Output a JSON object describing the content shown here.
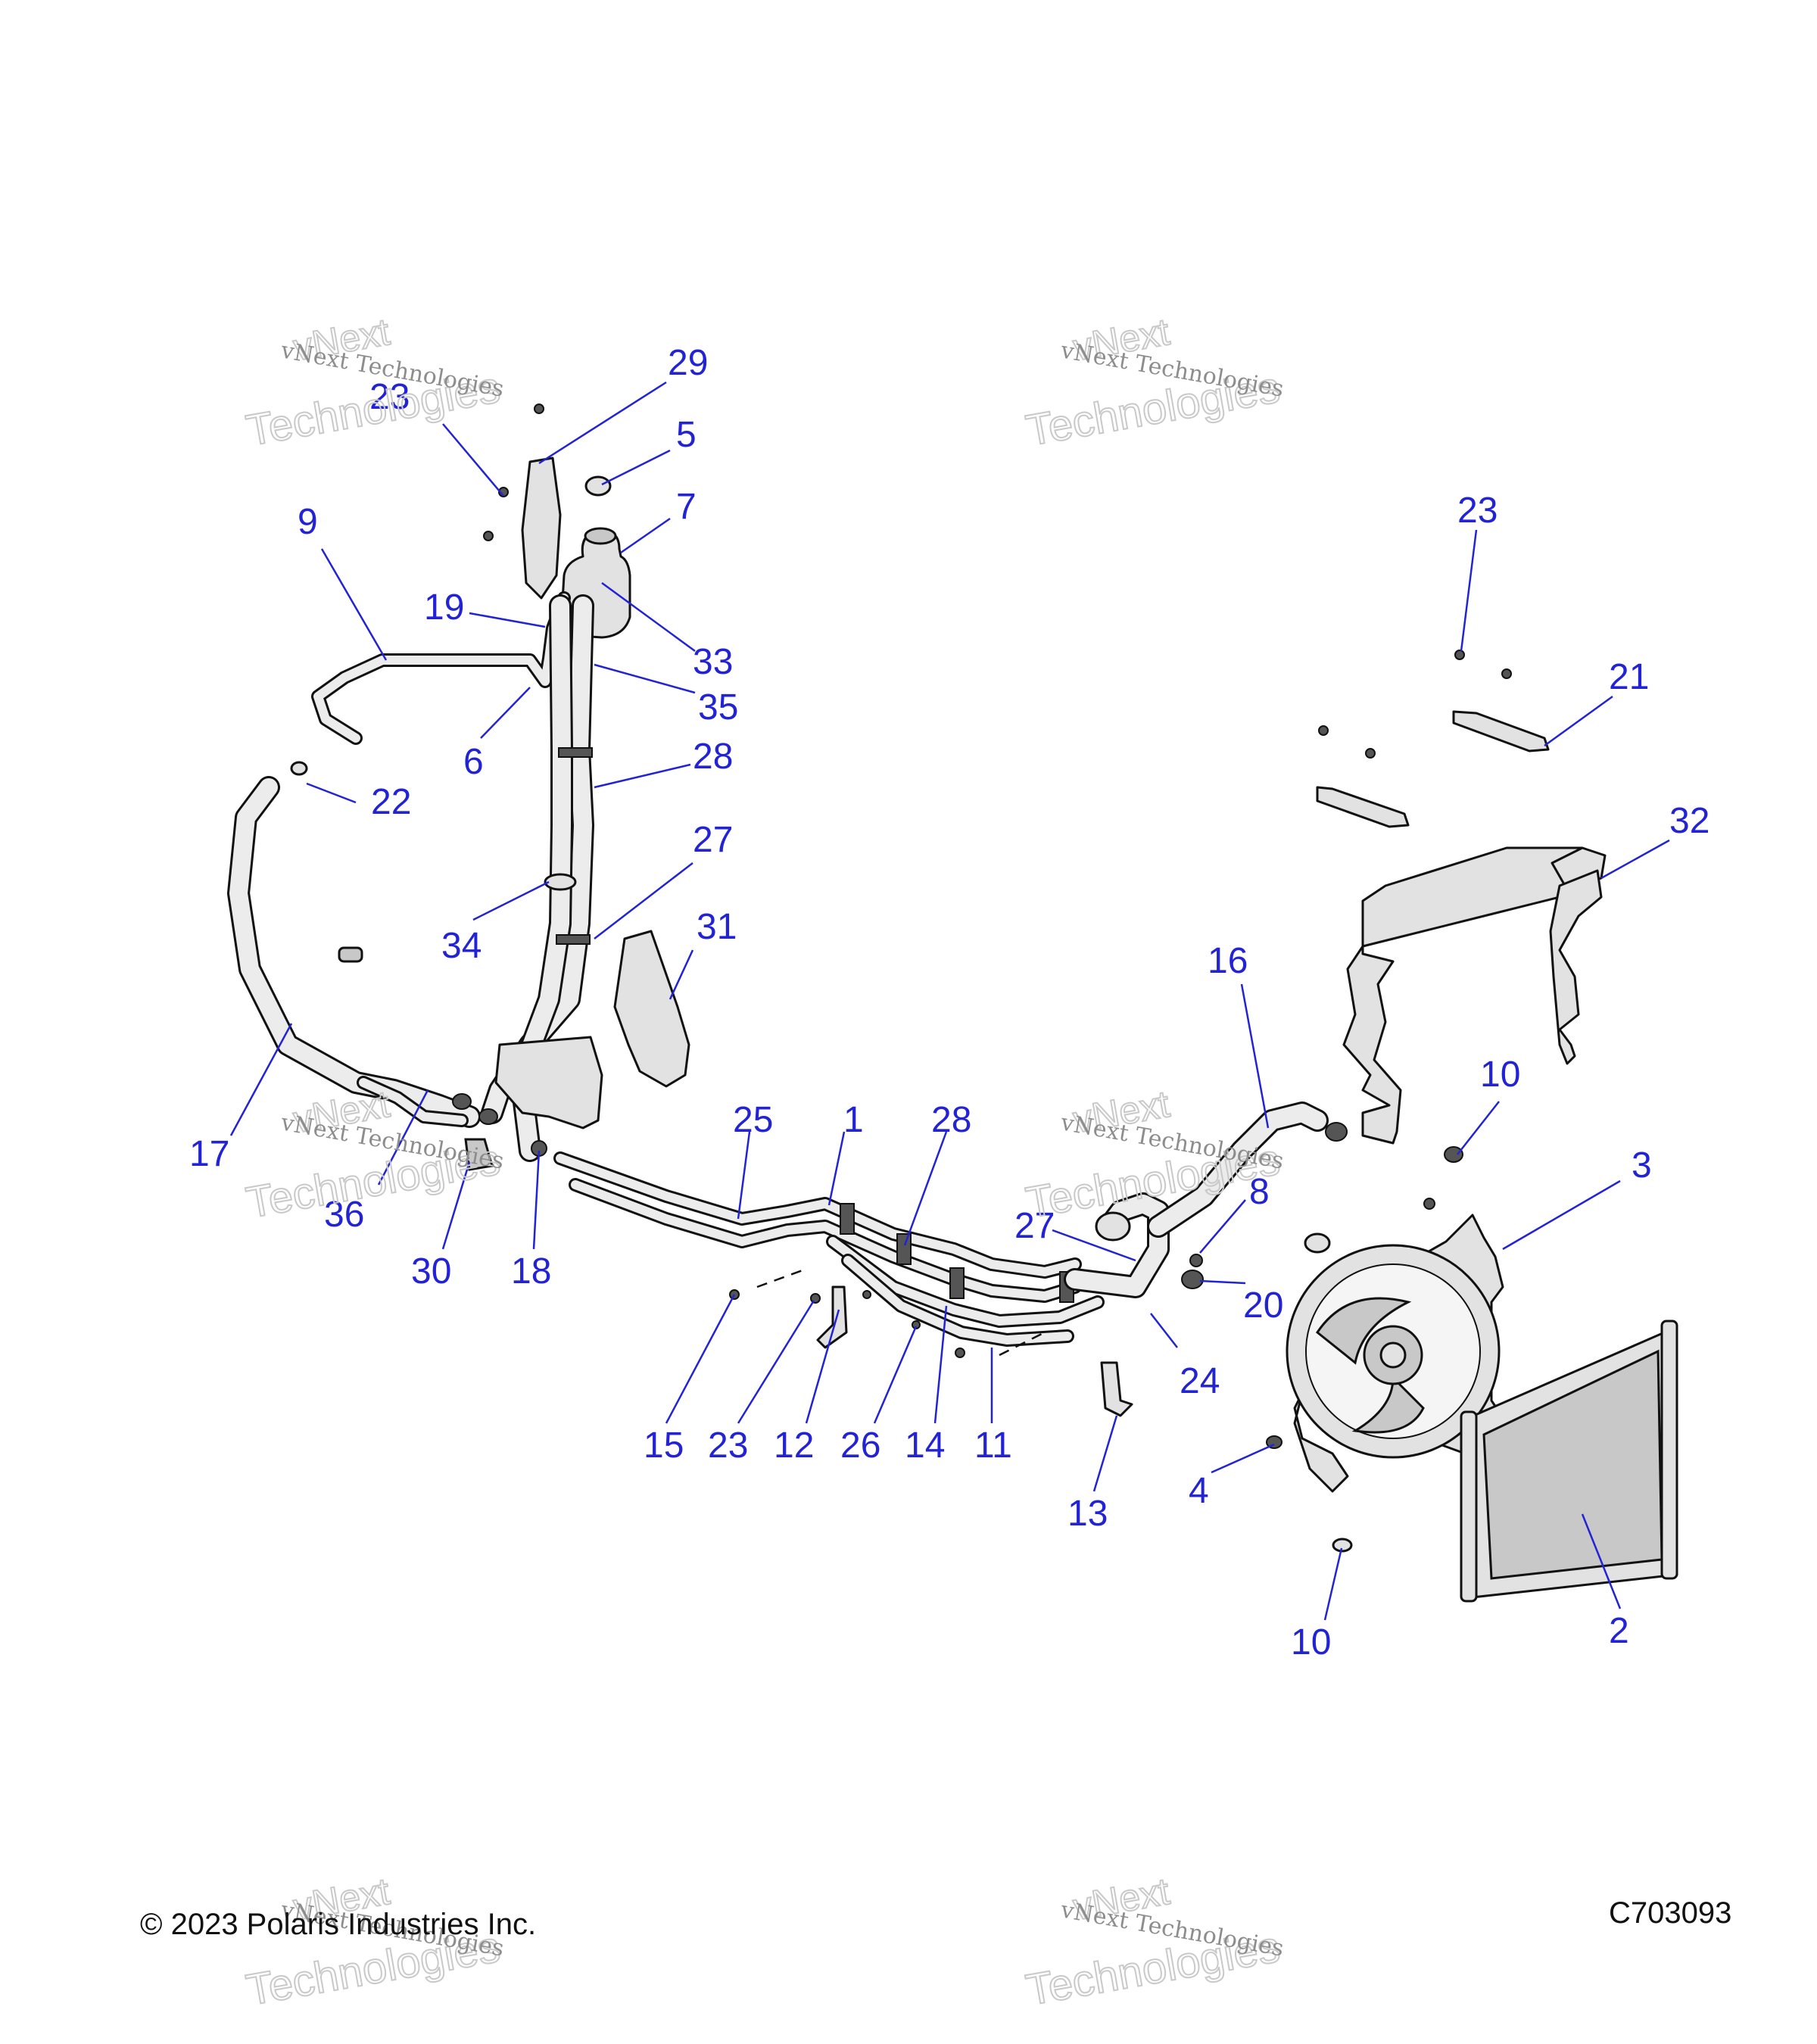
{
  "callouts": {
    "c29": "29",
    "c23a": "23",
    "c5": "5",
    "c7": "7",
    "c9": "9",
    "c19": "19",
    "c33": "33",
    "c35": "35",
    "c6": "6",
    "c28a": "28",
    "c22": "22",
    "c27a": "27",
    "c34": "34",
    "c31": "31",
    "c17": "17",
    "c36": "36",
    "c30": "30",
    "c18": "18",
    "c25": "25",
    "c1": "1",
    "c28b": "28",
    "c27b": "27",
    "c8": "8",
    "c20": "20",
    "c24": "24",
    "c16": "16",
    "c23b": "23",
    "c21": "21",
    "c32": "32",
    "c10a": "10",
    "c3": "3",
    "c15": "15",
    "c23c": "23",
    "c12": "12",
    "c26": "26",
    "c14": "14",
    "c11": "11",
    "c13": "13",
    "c4": "4",
    "c10b": "10",
    "c2": "2"
  },
  "watermark": {
    "line1": "vNext Technologies",
    "big_top": "vNext",
    "big_bottom": "Technologies"
  },
  "footer": {
    "copyright": "© 2023 Polaris Industries Inc.",
    "drawing_id": "C703093"
  }
}
